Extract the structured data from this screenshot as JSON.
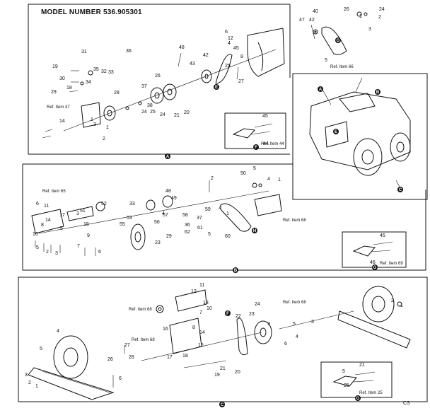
{
  "title": "MODEL NUMBER 536.905301",
  "panel_a_labels": [
    "26",
    "24",
    "1",
    "2",
    "3",
    "40",
    "42",
    "47",
    "5",
    "48",
    "45",
    "12",
    "6",
    "4",
    "36",
    "31",
    "35",
    "32",
    "33",
    "34",
    "30",
    "19",
    "29",
    "18",
    "1",
    "14",
    "3",
    "42",
    "43",
    "45",
    "44",
    "8",
    "25",
    "27",
    "26",
    "38",
    "28",
    "37",
    "24",
    "25",
    "21",
    "20",
    "24",
    "1",
    "2"
  ],
  "panel_b_labels": [
    "50",
    "5",
    "4",
    "1",
    "48",
    "2",
    "33",
    "49",
    "4",
    "1",
    "5",
    "4",
    "6",
    "53",
    "51",
    "52",
    "55",
    "56",
    "57",
    "58",
    "59",
    "60",
    "61",
    "62",
    "37",
    "36",
    "29",
    "23",
    "15",
    "3",
    "14",
    "8",
    "16",
    "17",
    "11",
    "5",
    "7",
    "9",
    "6",
    "45",
    "46",
    "5",
    "2",
    "3"
  ],
  "panel_c_labels": [
    "11",
    "12",
    "13",
    "10",
    "7",
    "8",
    "14",
    "15",
    "16",
    "17",
    "18",
    "19",
    "20",
    "21",
    "22",
    "23",
    "24",
    "9",
    "6",
    "5",
    "4",
    "3",
    "2",
    "1",
    "26",
    "27",
    "28",
    "1",
    "2",
    "3",
    "4",
    "5",
    "6",
    "21",
    "25",
    "5"
  ],
  "refs": {
    "a1": "Ref. Item 66",
    "a2": "Ref. Item 47",
    "a3": "Ref. Item 44",
    "b1": "Ref. Item 65",
    "b2": "Ref. Item 68",
    "b3": "Ref. Item 69",
    "c1": "Ref. Item 68",
    "c2": "Ref. Item 68",
    "c3": "Ref. Item 68",
    "c4": "Ref. Item 25"
  },
  "callouts": {
    "a": "A",
    "b": "B",
    "c": "C",
    "e": "E",
    "f": "F",
    "g": "G",
    "h": "H"
  },
  "corner_code": "CS"
}
